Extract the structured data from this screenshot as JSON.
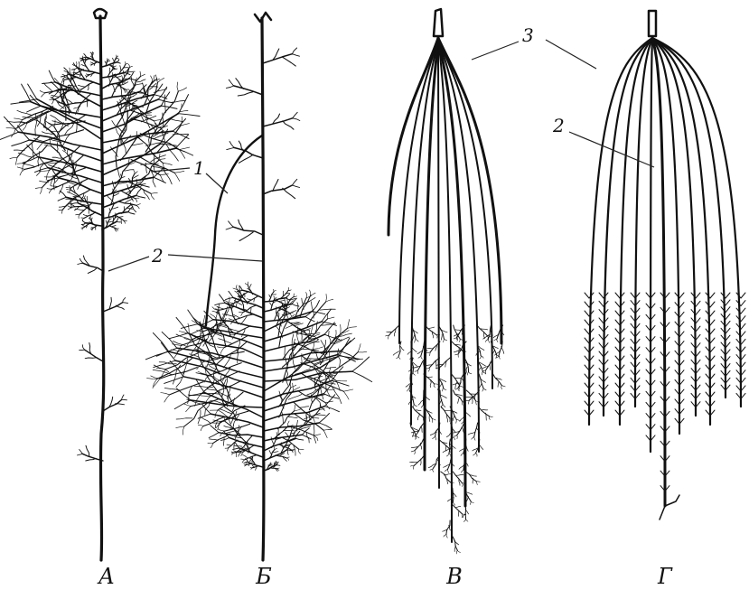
{
  "panels": [
    {
      "id": "a",
      "caption": "А"
    },
    {
      "id": "b",
      "caption": "Б"
    },
    {
      "id": "v",
      "caption": "В"
    },
    {
      "id": "g",
      "caption": "Г"
    }
  ],
  "callouts": {
    "label_1": "1",
    "label_2": "2",
    "label_3": "3"
  },
  "colors": {
    "ink": "#111111",
    "paper": "#ffffff"
  }
}
